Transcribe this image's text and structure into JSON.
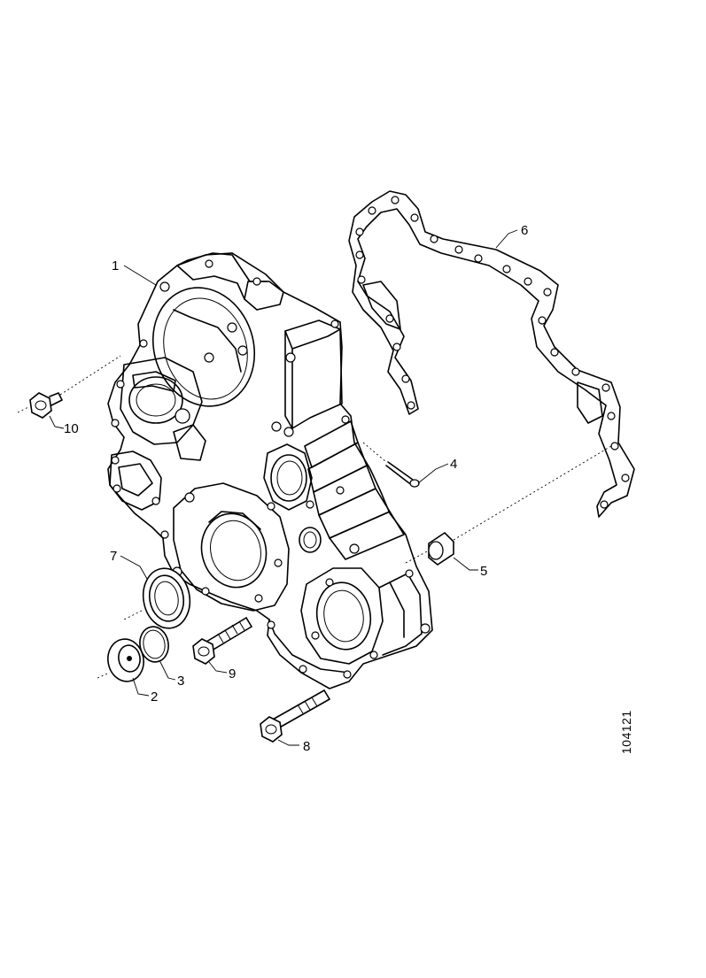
{
  "drawing_ref": "104121",
  "callouts": [
    {
      "id": 1,
      "label": "1"
    },
    {
      "id": 2,
      "label": "2"
    },
    {
      "id": 3,
      "label": "3"
    },
    {
      "id": 4,
      "label": "4"
    },
    {
      "id": 5,
      "label": "5"
    },
    {
      "id": 6,
      "label": "6"
    },
    {
      "id": 7,
      "label": "7"
    },
    {
      "id": 8,
      "label": "8"
    },
    {
      "id": 9,
      "label": "9"
    },
    {
      "id": 10,
      "label": "10"
    }
  ]
}
